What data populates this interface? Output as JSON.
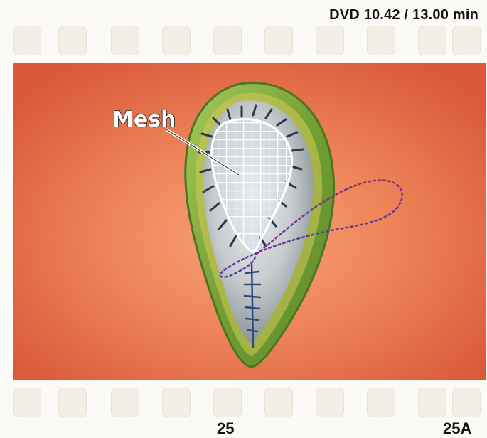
{
  "header": {
    "dvd_time": "DVD 10.42 / 13.00 min"
  },
  "illustration": {
    "mesh_label": "Mesh"
  },
  "footer": {
    "frame_left": "25",
    "frame_right": "25A"
  },
  "colors": {
    "background_orange": "#e2693f",
    "background_glow": "#f7a37a",
    "tissue_green": "#8fb845",
    "wound_grey": "#c9cdd0",
    "mesh_white": "#ffffff",
    "suture_blue": "#3a4aa8",
    "suture_red": "#b62a4a"
  }
}
